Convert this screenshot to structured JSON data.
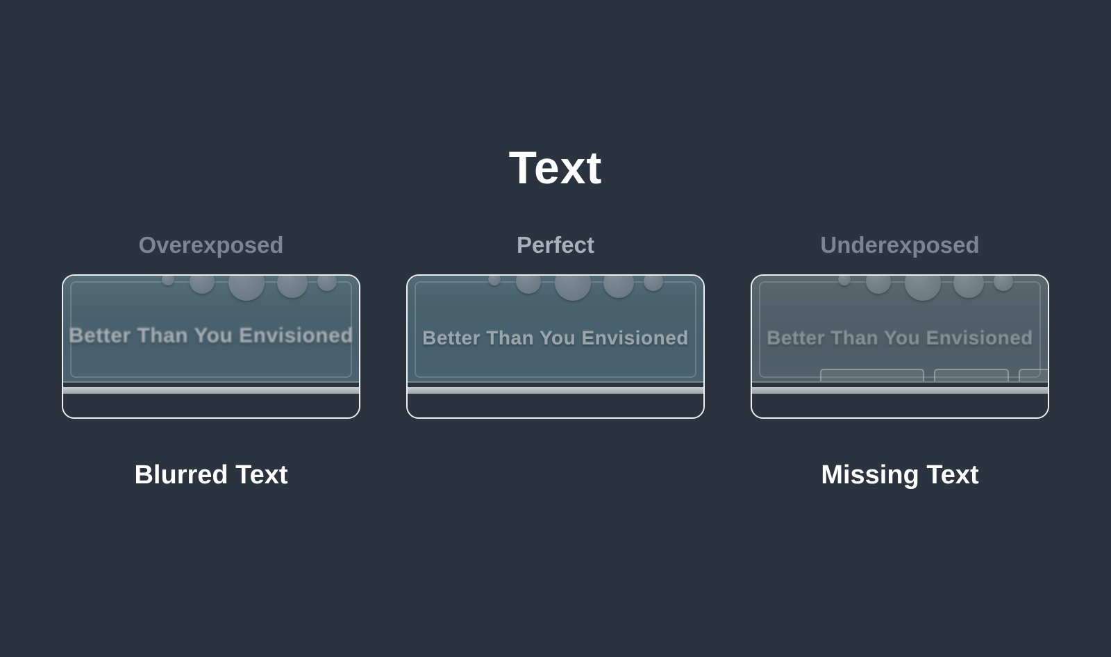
{
  "title": "Text",
  "panel_text": "Better Than You Envisioned",
  "columns": [
    {
      "label": "Overexposed",
      "caption": "Blurred Text",
      "defect": "blurred"
    },
    {
      "label": "Perfect",
      "caption": "",
      "defect": "none"
    },
    {
      "label": "Underexposed",
      "caption": "Missing Text",
      "defect": "missing"
    }
  ],
  "colors": {
    "background": "#2b333e",
    "panel_face_blue": "#48616e",
    "panel_border": "#eef1f3",
    "label_gray": "#7d8690",
    "perfect_label_gray": "#a9b1ba",
    "caption_white": "#ffffff",
    "embossed_text_gray": "#9ba5ac",
    "base_strip_gray": "#aeb6bb"
  }
}
